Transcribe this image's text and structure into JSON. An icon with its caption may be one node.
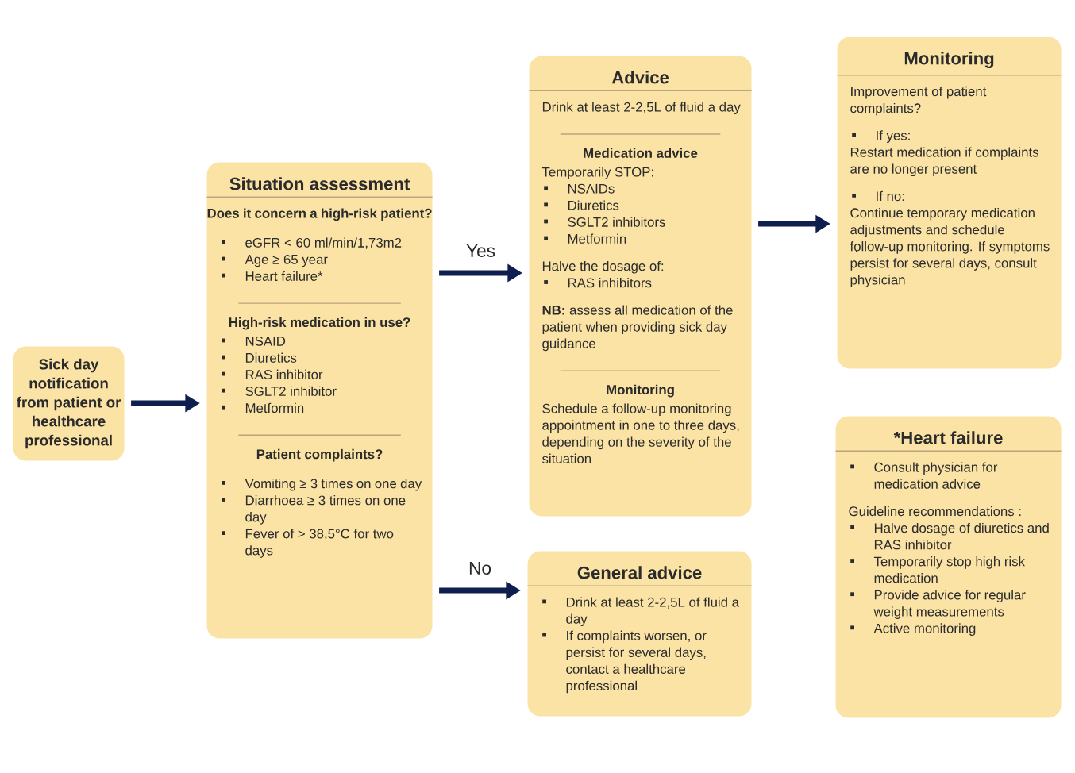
{
  "diagram": {
    "nodes": [
      {
        "text": [
          "Sick day notification from patient or healthcare professional"
        ]
      },
      {
        "text": [
          "Situation assessment",
          "Does it concern a high-risk patient?",
          "eGFR < 60 ml/min/1,73m2",
          "Age  ≥ 65 year",
          "Heart failure*",
          "High-risk medication in use?",
          "NSAID",
          "Diuretics",
          "RAS inhibitor",
          "SGLT2 inhibitor",
          "Metformin",
          "Patient complaints?",
          "Vomiting ≥ 3 times on one day",
          "Diarrhoea ≥ 3 times on one day",
          "Fever of > 38,5°C for two days"
        ]
      },
      {
        "text": [
          "Advice",
          "Drink at least 2-2,5L of fluid a day",
          "Medication advice",
          "Temporarily STOP:",
          "NSAIDs",
          "Diuretics",
          "SGLT2 inhibitors",
          "Metformin",
          "Halve the dosage of:",
          "RAS inhibitors",
          "**NB:** assess all medication of the patient when providing sick day guidance",
          "Monitoring",
          "Schedule a follow-up monitoring appointment in one to three days, depending on the severity of the situation"
        ]
      },
      {
        "text": [
          "Monitoring",
          "Improvement of patient complaints?",
          "If yes:",
          "Restart medication if complaints are no longer present",
          "If no:",
          "Continue temporary medication adjustments and schedule follow-up monitoring. If symptoms persist for several days, consult physician"
        ]
      },
      {
        "text": [
          "General advice",
          "Drink at least 2-2,5L of fluid a day",
          "If complaints worsen, or persist for several days, contact a healthcare professional"
        ]
      },
      {
        "text": [
          "*Heart failure",
          "Consult physician for medication advice",
          "Guideline recommendations :",
          "Halve dosage of diuretics and RAS inhibitor",
          "Temporarily stop high risk medication",
          "Provide advice for regular weight measurements",
          "Active monitoring"
        ]
      }
    ],
    "edges": [
      {
        "from": 0,
        "to": 1,
        "arrow": "to"
      },
      {
        "from": 1,
        "to": 2,
        "arrow": "to",
        "label": "Yes"
      },
      {
        "from": 2,
        "to": 3,
        "arrow": "to"
      },
      {
        "from": 1,
        "to": 4,
        "arrow": "to",
        "label": "No"
      }
    ]
  }
}
